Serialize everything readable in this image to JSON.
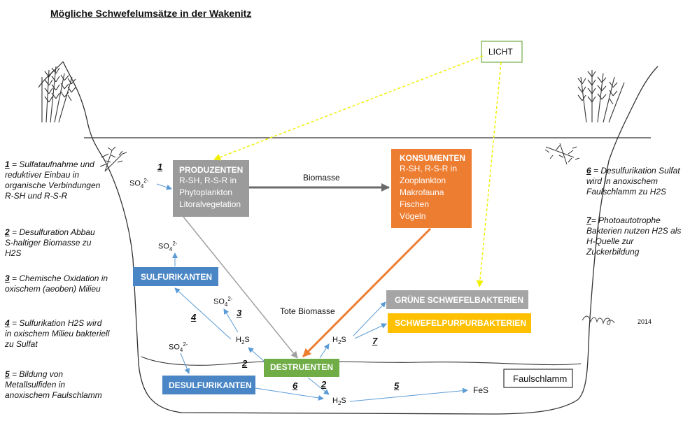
{
  "title": "Mögliche Schwefelumsätze  in der Wakenitz",
  "light": "LICHT",
  "producers": {
    "title": "PRODUZENTEN",
    "lines": [
      "R-SH, R-S-R in",
      "Phytoplankton",
      "Litoralvegetation"
    ]
  },
  "consumers": {
    "title": "KONSUMENTEN",
    "lines": [
      "R-SH, R-S-R in",
      "Zooplankton",
      "Makrofauna",
      "Fischen",
      "Vögeln"
    ]
  },
  "destruents": "DESTRUENTEN",
  "sulfurikanten": "SULFURIKANTEN",
  "desulfurikanten": "DESULFURIKANTEN",
  "green_bacteria": "GRÜNE SCHWEFELBAKTERIEN",
  "purple_bacteria": "SCHWEFELPURPURBAKTERIEN",
  "faulschlamm": "Faulschlamm",
  "biomasse": "Biomasse",
  "tote_biomasse": "Tote Biomasse",
  "fes": "FeS",
  "signature_year": "2014",
  "chem": {
    "so4": "SO",
    "so4_sub": "4",
    "so4_sup": "2-",
    "h2s_h": "H",
    "h2s_sub": "2",
    "h2s_s": "S"
  },
  "step_labels": {
    "s1": "1",
    "s2a": "2",
    "s2b": "2",
    "s3": "3",
    "s4": "4",
    "s5": "5",
    "s6": "6",
    "s7": "7"
  },
  "legend_left": [
    {
      "num": "1",
      "text": " = Sulfataufnahme und reduktiver Einbau in organische Verbindungen R-SH und  R-S-R"
    },
    {
      "num": "2",
      "text": " = Desulfuration Abbau S-haltiger Biomasse zu H2S"
    },
    {
      "num": "3",
      "text": " = Chemische Oxidation in oxischem (aeoben) Milieu"
    },
    {
      "num": "4",
      "text": " = Sulfurikation H2S wird in oxischem Milieu bakteriell zu Sulfat"
    },
    {
      "num": "5",
      "text": " = Bildung von Metallsulfiden in anoxischem Faulschlamm"
    }
  ],
  "legend_right": [
    {
      "num": "6",
      "text": " = Desulfurikation Sulfat wird in anoxischem Faulschlamm zu H2S"
    },
    {
      "num": "7",
      "text": "= Photoautotrophe Bakterien nutzen  H2S als H-Quelle  zur Zuckerbildung"
    }
  ],
  "colors": {
    "producers": "#9b9b9b",
    "consumers": "#ed7d31",
    "destruents": "#70ad47",
    "sulfurikanten": "#4a86c5",
    "green_bacteria": "#a5a5a5",
    "purple_bacteria": "#ffc000",
    "light_border": "#70ad47",
    "arrow_blue": "#5b9bd5",
    "arrow_gray": "#a0a0a0",
    "arrow_dark": "#707070",
    "arrow_yellow": "#e8e800"
  }
}
